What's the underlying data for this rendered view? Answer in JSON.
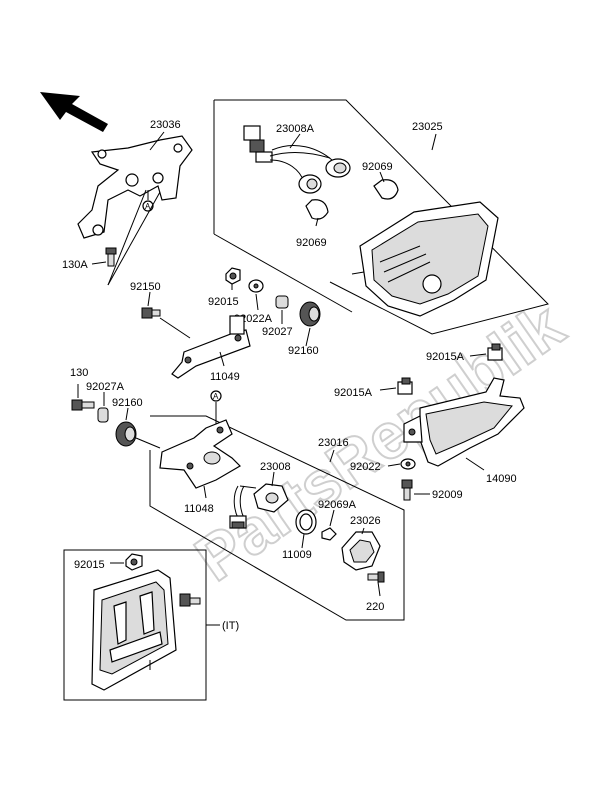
{
  "watermark": "PartsRepublik",
  "callouts": {
    "c23036": "23036",
    "c23025": "23025",
    "c23008A": "23008A",
    "c92069a": "92069",
    "c92069b": "92069",
    "cA1": "A",
    "c130A": "130A",
    "c92150": "92150",
    "c92015a": "92015",
    "c92022A": "92022A",
    "c92027": "92027",
    "c92160a": "92160",
    "c11049": "11049",
    "c92015A_1": "92015A",
    "c92015A_2": "92015A",
    "c130": "130",
    "c92027A": "92027A",
    "c92160b": "92160",
    "cA2": "A",
    "c23016": "23016",
    "c92022": "92022",
    "c14090": "14090",
    "c92009": "92009",
    "c23008": "23008",
    "c11048": "11048",
    "c92069A": "92069A",
    "c23026": "23026",
    "c11009": "11009",
    "c92015b": "92015",
    "c220": "220",
    "cIT": "(IT)"
  }
}
